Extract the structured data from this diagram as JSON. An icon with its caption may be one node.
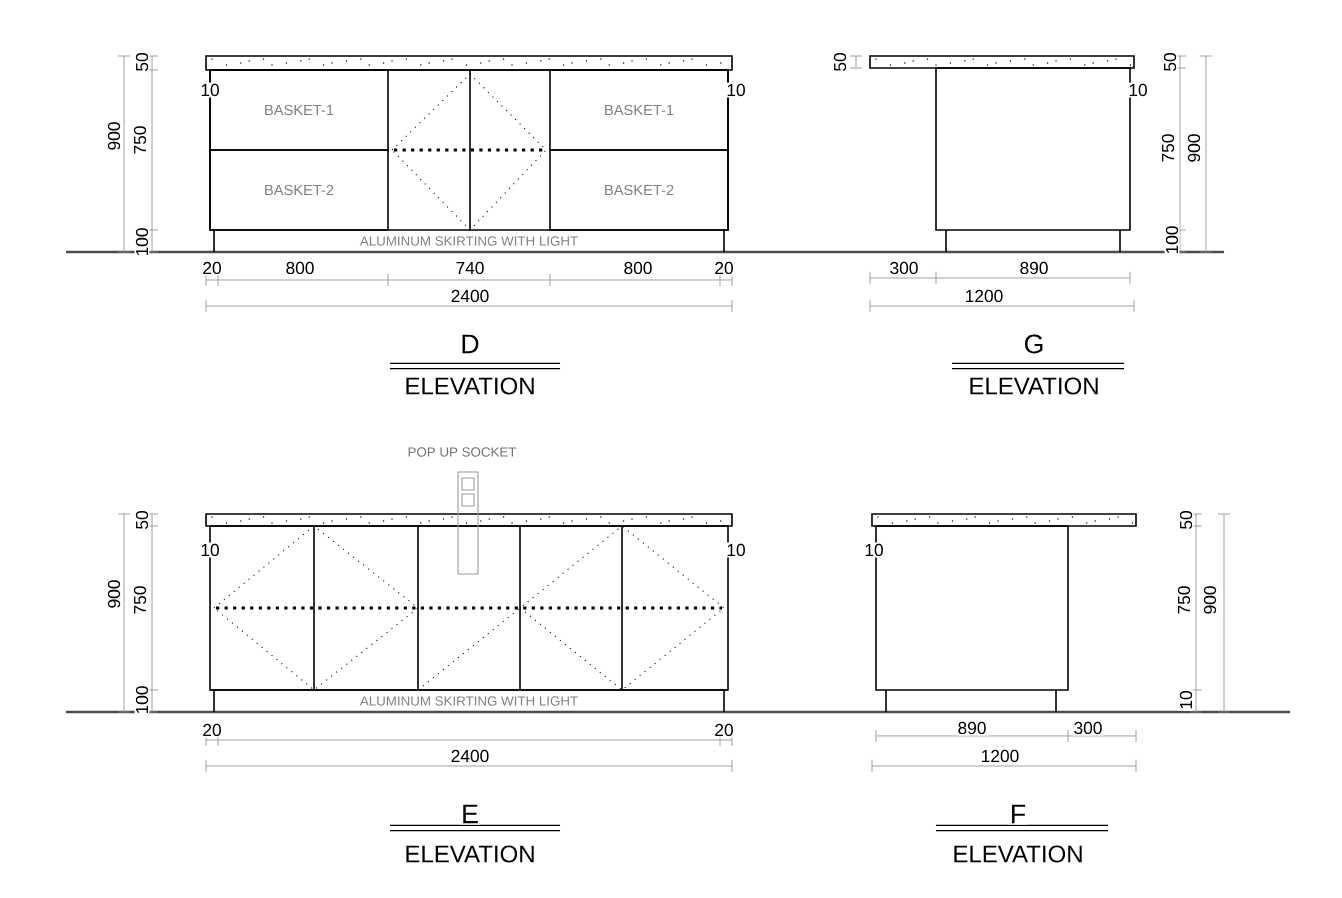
{
  "diagram": {
    "nodes": [
      {
        "text": [
          "BASKET-1"
        ]
      },
      {
        "text": [
          "BASKET-2"
        ]
      },
      {
        "text": [
          "BASKET-1"
        ]
      },
      {
        "text": [
          "BASKET-2"
        ]
      },
      {
        "text": [
          "ALUMINUM SKIRTING WITH LIGHT"
        ]
      },
      {
        "text": [
          "ALUMINUM SKIRTING WITH LIGHT"
        ]
      }
    ],
    "labels": [
      "50",
      "900",
      "750",
      "100",
      "10",
      "10",
      "20",
      "800",
      "740",
      "800",
      "20",
      "2400",
      "D",
      "ELEVATION",
      "50",
      "50",
      "10",
      "750",
      "900",
      "100",
      "300",
      "890",
      "1200",
      "G",
      "ELEVATION",
      "POP UP SOCKET",
      "50",
      "900",
      "750",
      "100",
      "10",
      "10",
      "20",
      "20",
      "2400",
      "E",
      "ELEVATION",
      "10",
      "50",
      "750",
      "900",
      "10",
      "890",
      "300",
      "1200",
      "F",
      "ELEVATION"
    ]
  }
}
